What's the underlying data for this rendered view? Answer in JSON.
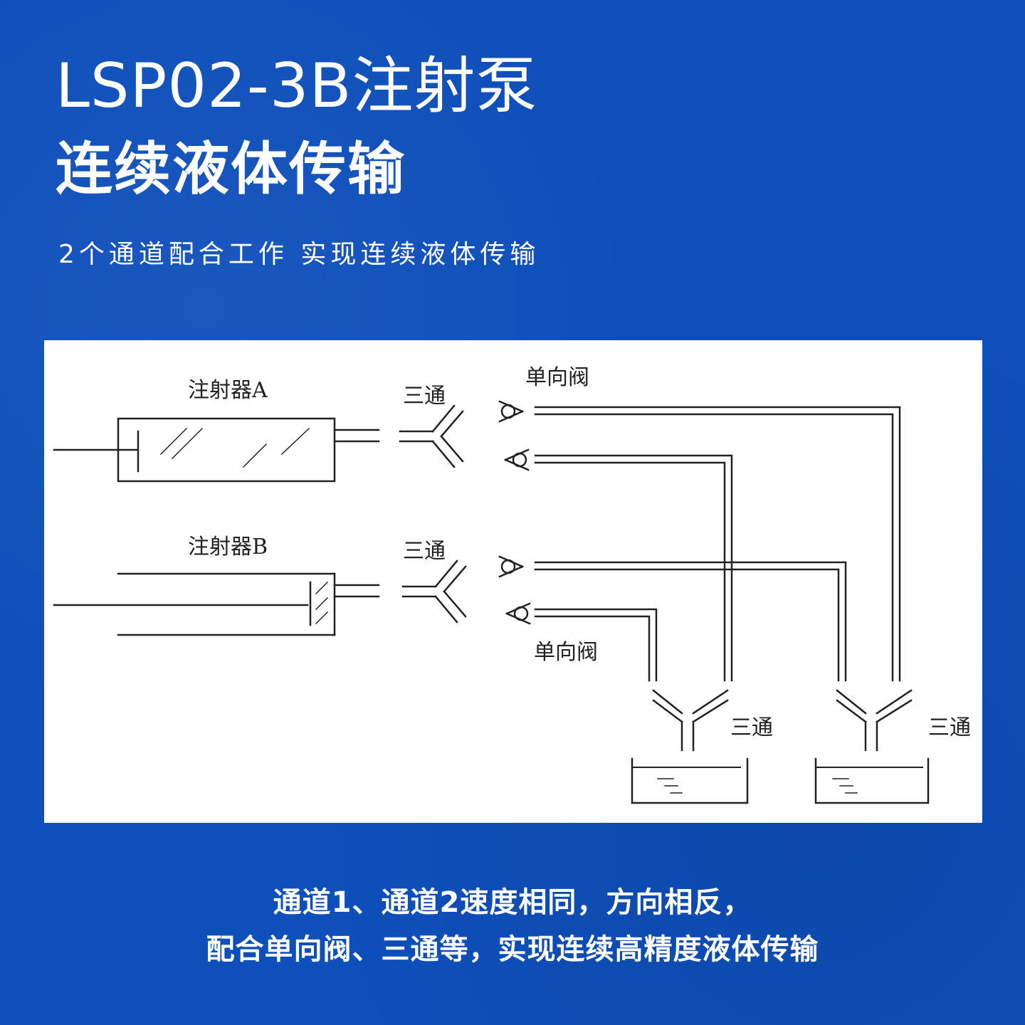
{
  "header": {
    "title": "LSP02-3B注射泵",
    "subtitle": "连续液体传输",
    "tagline": "2个通道配合工作 实现连续液体传输"
  },
  "diagram": {
    "labels": {
      "syringe_a": "注射器A",
      "syringe_b": "注射器B",
      "tee_a": "三通",
      "tee_b": "三通",
      "check_valve_top": "单向阀",
      "check_valve_bottom": "单向阀",
      "tee_out_left": "三通",
      "tee_out_right": "三通"
    }
  },
  "footer": {
    "line1": "通道1、通道2速度相同，方向相反，",
    "line2": "配合单向阀、三通等，实现连续高精度液体传输"
  },
  "colors": {
    "background": "#0e4fba",
    "panel": "#ffffff",
    "ink": "#222222",
    "text": "#ffffff"
  }
}
